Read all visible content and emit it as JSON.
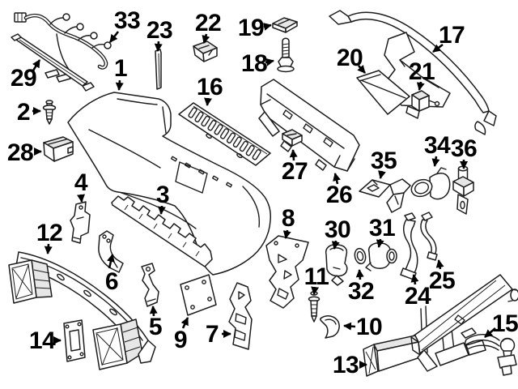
{
  "diagram": {
    "colors": {
      "background": "#ffffff",
      "line": "#1c1c1c",
      "label": "#000000"
    },
    "callouts": [
      {
        "label": "1"
      },
      {
        "label": "2"
      },
      {
        "label": "3"
      },
      {
        "label": "4"
      },
      {
        "label": "5"
      },
      {
        "label": "6"
      },
      {
        "label": "7"
      },
      {
        "label": "8"
      },
      {
        "label": "9"
      },
      {
        "label": "10"
      },
      {
        "label": "11"
      },
      {
        "label": "12"
      },
      {
        "label": "13"
      },
      {
        "label": "14"
      },
      {
        "label": "15"
      },
      {
        "label": "16"
      },
      {
        "label": "17"
      },
      {
        "label": "18"
      },
      {
        "label": "19"
      },
      {
        "label": "20"
      },
      {
        "label": "21"
      },
      {
        "label": "22"
      },
      {
        "label": "23"
      },
      {
        "label": "24"
      },
      {
        "label": "25"
      },
      {
        "label": "26"
      },
      {
        "label": "27"
      },
      {
        "label": "28"
      },
      {
        "label": "29"
      },
      {
        "label": "30"
      },
      {
        "label": "31"
      },
      {
        "label": "32"
      },
      {
        "label": "33"
      },
      {
        "label": "34"
      },
      {
        "label": "35"
      },
      {
        "label": "36"
      }
    ]
  }
}
